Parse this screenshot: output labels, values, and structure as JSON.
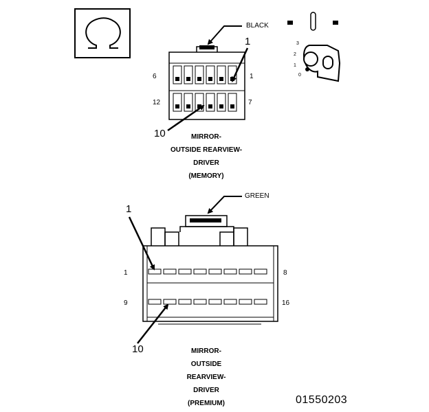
{
  "symbol": {
    "glyph": "Ω"
  },
  "memory_connector": {
    "color_label": "BLACK",
    "callout_top": "1",
    "callout_bottom": "10",
    "pin_left_top": "6",
    "pin_right_top": "1",
    "pin_left_bottom": "12",
    "pin_right_bottom": "7",
    "caption": [
      "MIRROR-",
      "OUTSIDE REARVIEW-",
      "DRIVER",
      "(MEMORY)"
    ]
  },
  "premium_connector": {
    "color_label": "GREEN",
    "callout_top": "1",
    "callout_bottom": "10",
    "pin_left_top": "1",
    "pin_right_top": "8",
    "pin_left_bottom": "9",
    "pin_right_bottom": "16",
    "caption": [
      "MIRROR-",
      "OUTSIDE",
      "REARVIEW-",
      "DRIVER",
      "(PREMIUM)"
    ]
  },
  "key_detail": {
    "positions": [
      "3",
      "2",
      "1",
      "0"
    ]
  },
  "figure_code": "01550203",
  "icons": [
    "omega-symbol-icon",
    "key-icon",
    "key-slot-icon",
    "arrow-icon"
  ]
}
